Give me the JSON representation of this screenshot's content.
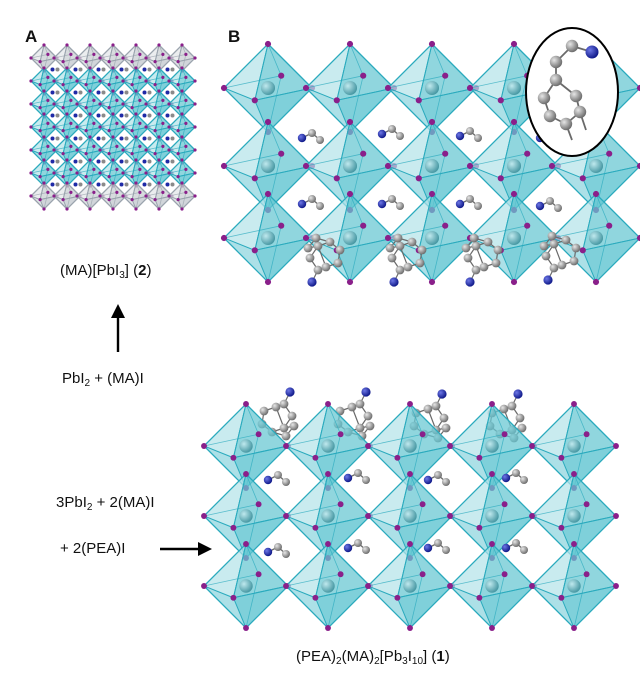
{
  "panels": {
    "a": {
      "letter": "A"
    },
    "b": {
      "letter": "B"
    }
  },
  "compound_2": {
    "open": "(MA)[PbI",
    "sub1": "3",
    "mid": "] (",
    "num": "2",
    "close": ")"
  },
  "reagents_a": {
    "pb": "PbI",
    "sub": "2",
    "rest": " + (MA)I"
  },
  "reagents_b": {
    "line1_pre": "3PbI",
    "line1_sub": "2",
    "line1_post": " + 2(MA)I",
    "line2": "+ 2(PEA)I"
  },
  "compound_1": {
    "p1": "(PEA)",
    "s1": "2",
    "p2": "(MA)",
    "s2": "2",
    "p3": "[Pb",
    "s3": "3",
    "p4": "I",
    "s4": "10",
    "p5": "] (",
    "num": "1",
    "close": ")"
  },
  "colors": {
    "octahedron_fill": "#67c7d3",
    "octahedron_edge": "#2aaabd",
    "octahedron_grey": "#c8cdd3",
    "iodide": "#8a1f8a",
    "carbon": "#8f8f8f",
    "nitrogen": "#1f2aa6",
    "arrow": "#000000"
  }
}
